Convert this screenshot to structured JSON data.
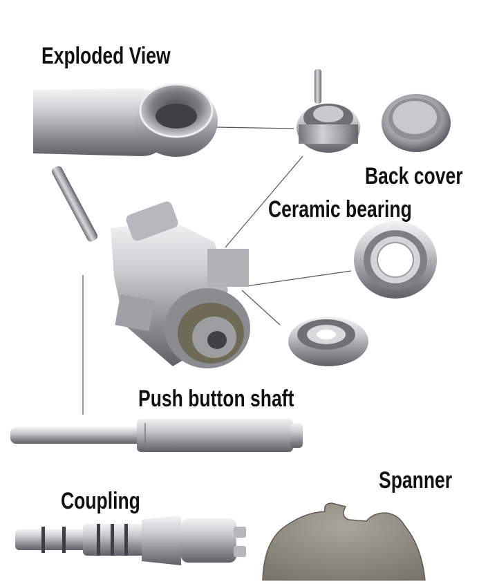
{
  "labels": {
    "exploded_view": "Exploded View",
    "back_cover": "Back cover",
    "ceramic_bearing": "Ceramic bearing",
    "push_button_shaft": "Push button shaft",
    "spanner": "Spanner",
    "coupling": "Coupling"
  },
  "colors": {
    "background": "#ffffff",
    "text": "#111111",
    "leader_line": "#555555",
    "metal_light": "#d9dadb",
    "metal_mid": "#a9abad",
    "metal_dark": "#6e7072",
    "spanner_metal": "#8f8a80"
  }
}
